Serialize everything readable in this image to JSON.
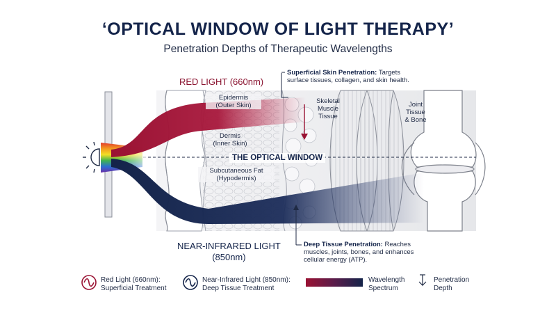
{
  "title": "‘OPTICAL WINDOW OF LIGHT THERAPY’",
  "subtitle": "Penetration Depths of Therapeutic Wavelengths",
  "red_light": {
    "label": "RED LIGHT (660nm)",
    "color": "#9a1233"
  },
  "nir_light": {
    "label_line1": "NEAR-INFRARED LIGHT",
    "label_line2": "(850nm)",
    "color": "#14244a"
  },
  "optical_window_label": "THE OPTICAL WINDOW",
  "tissue_labels": {
    "epidermis_1": "Epidermis",
    "epidermis_2": "(Outer Skin)",
    "dermis_1": "Dermis",
    "dermis_2": "(Inner Skin)",
    "fat_1": "Subcutaneous Fat",
    "fat_2": "(Hypodermis)",
    "muscle_1": "Skeletal",
    "muscle_2": "Muscle",
    "muscle_3": "Tissue",
    "joint_1": "Joint",
    "joint_2": "Tissue",
    "joint_3": "& Bone"
  },
  "notes": {
    "superficial_title": "Superficial Skin Penetration:",
    "superficial_text1": "Targets",
    "superficial_text2": "surface tissues, collagen, and skin health.",
    "deep_title": "Deep Tissue Penetration:",
    "deep_text1": "Reaches",
    "deep_text2": "muscles, joints, bones, and enhances",
    "deep_text3": "cellular energy (ATP)."
  },
  "legend": {
    "red_1": "Red Light (660nm):",
    "red_2": "Superficial Treatment",
    "nir_1": "Near-Infrared Light (850nm):",
    "nir_2": "Deep Tissue Treatment",
    "spectrum_1": "Wavelength",
    "spectrum_2": "Spectrum",
    "depth_1": "Penetration",
    "depth_2": "Depth"
  },
  "icons": {
    "light_source": "light-bulb-icon",
    "red_wave": "sine-wave-icon",
    "nir_wave": "sine-wave-icon",
    "depth": "down-arrow-icon"
  }
}
